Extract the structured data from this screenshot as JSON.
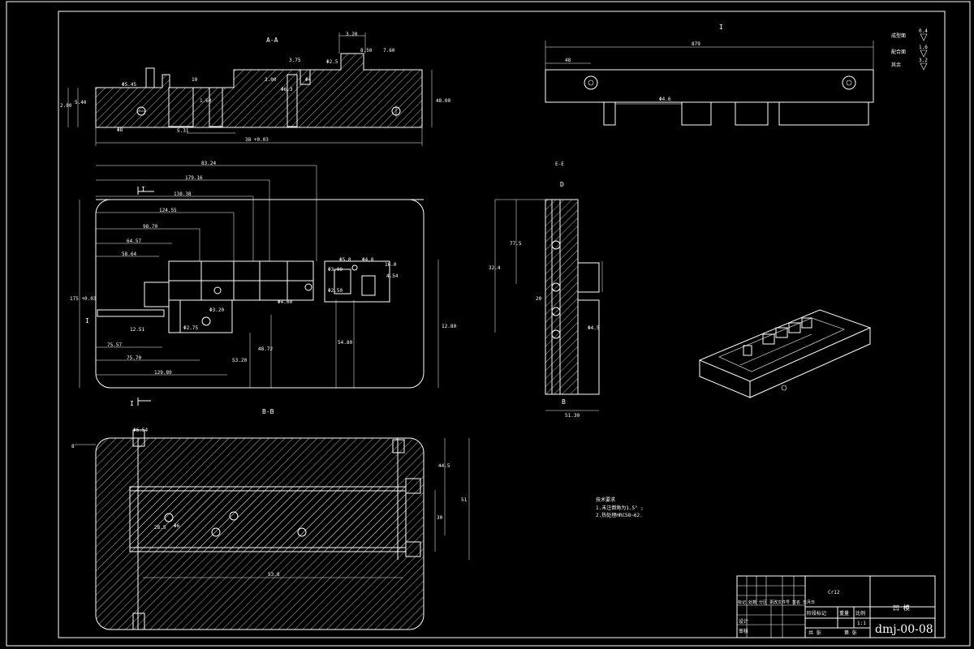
{
  "views": {
    "section_aa": "A-A",
    "section_bb": "B-B",
    "section_ee": "E-E",
    "view_i": "I",
    "cut_marker_d_top": "D",
    "cut_marker_d_bottom": "B"
  },
  "dimensions": {
    "aa": [
      "Φ5.45",
      "10",
      "8.50",
      "7.60",
      "3.00",
      "3.75",
      "5.40",
      "Φ6.3",
      "1.60",
      "5.31",
      "48.00",
      "38 +0.03",
      "Φ8",
      "3.20",
      "2.00",
      "Φ2.5",
      "Φ4"
    ],
    "plan": [
      "83.24",
      "179.16",
      "138.38",
      "124.55",
      "98.70",
      "64.57",
      "58.64",
      "175 +0.03",
      "Φ5.0",
      "Φ4.0",
      "Φ3.00",
      "Φ2.50",
      "4.54",
      "16.0",
      "12.51",
      "75.57",
      "75.70",
      "129.89",
      "53.20",
      "Φ3.20",
      "Φ2.75",
      "48.72",
      "54.80",
      "12.80",
      "Φ4.00"
    ],
    "section_ee": [
      "77.5",
      "32.4",
      "20",
      "Φ4.5",
      "51.30"
    ],
    "view_i": [
      "48",
      "879",
      "Φ4.6"
    ],
    "section_bb": [
      "Φ6.54",
      "8",
      "44.5",
      "51",
      "30",
      "53.8",
      "28.5",
      "Φ6"
    ]
  },
  "notes": {
    "heading": "技术要求",
    "line1": "1.未注倒角为1.5° ;",
    "line2": "2.热处理HRC58~62."
  },
  "roughness": [
    {
      "label": "成型面",
      "value": "0.4"
    },
    {
      "label": "配合面",
      "value": "1.6"
    },
    {
      "label": "其余",
      "value": "3.2"
    }
  ],
  "title_block": {
    "material": "Cr12",
    "part_name": "凹  模",
    "drawing_number": "dmj-00-08",
    "scale": "1:1",
    "sheet": "第  张",
    "sheets_total": "共  张",
    "designer": "设计",
    "checker": "审核",
    "weight_label": "重量",
    "scale_label": "比例",
    "stage_label": "阶段标记",
    "rev_header": "标记 处数 分区 更改文件号 签名 年月日"
  }
}
